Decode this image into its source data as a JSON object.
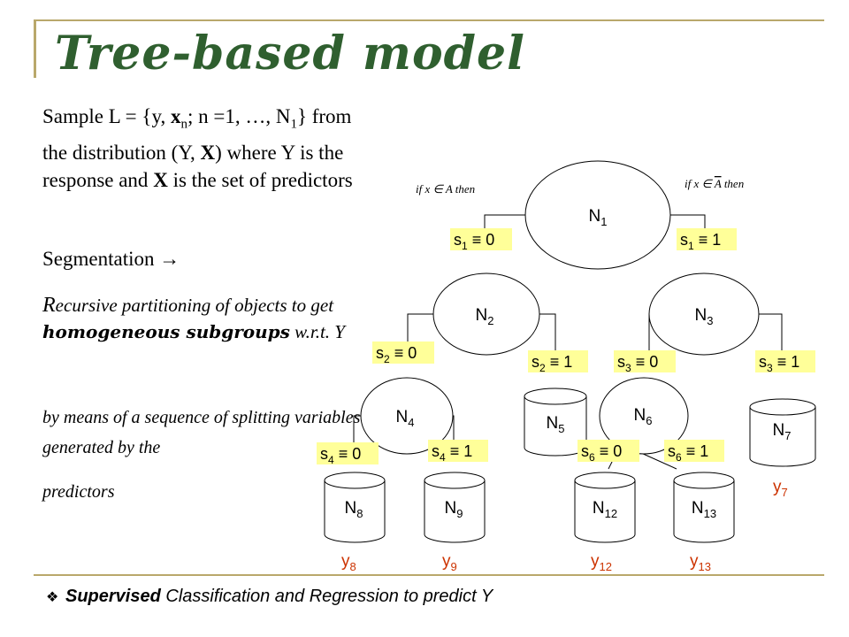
{
  "title": "Tree-based model",
  "text": {
    "sample_pre": "Sample L = {y, ",
    "sample_x": "x",
    "sample_sub_n": "n",
    "sample_mid": "; n =1, …, N",
    "sample_sub_1": "1",
    "sample_post": "} from the distribution (Y, ",
    "sample_X": "X",
    "sample_post2": ") where Y is the response and ",
    "sample_X2": "X",
    "sample_post3": " is the set of predictors",
    "segmentation": "Segmentation",
    "arrow": "→",
    "recursive_R": "R",
    "recursive_rest": "ecursive partitioning of objects to get ",
    "homogeneous": "homogeneous subgroups",
    "wrt": " w.r.t. Y",
    "means": "by means of a sequence of splitting variables generated by the",
    "predictors": "predictors"
  },
  "bullet": {
    "icon": "diamond-bullet-icon",
    "bold": "Supervised",
    "rest": " Classification and Regression to predict Y"
  },
  "colors": {
    "title": "#2f5f2f",
    "frame": "#b9a86b",
    "split_label_bg": "#ffff99",
    "leaf_label": "#cc3300"
  },
  "tree": {
    "cond_left": "if x ∈ A then",
    "cond_right_pre": "if x ∈ ",
    "cond_right_A": "A",
    "cond_right_post": " then",
    "nodes": {
      "n1": {
        "base": "N",
        "sub": "1"
      },
      "n2": {
        "base": "N",
        "sub": "2"
      },
      "n3": {
        "base": "N",
        "sub": "3"
      },
      "n4": {
        "base": "N",
        "sub": "4"
      },
      "n5": {
        "base": "N",
        "sub": "5"
      },
      "n6": {
        "base": "N",
        "sub": "6"
      },
      "n7": {
        "base": "N",
        "sub": "7"
      },
      "n8": {
        "base": "N",
        "sub": "8"
      },
      "n9": {
        "base": "N",
        "sub": "9"
      },
      "n12": {
        "base": "N",
        "sub": "12"
      },
      "n13": {
        "base": "N",
        "sub": "13"
      }
    },
    "splits": {
      "s1_0": {
        "base": "s",
        "sub": "1",
        "rel": " ≡ ",
        "val": "0"
      },
      "s1_1": {
        "base": "s",
        "sub": "1",
        "rel": " ≡ ",
        "val": "1"
      },
      "s2_0": {
        "base": "s",
        "sub": "2",
        "rel": " ≡ ",
        "val": "0"
      },
      "s2_1": {
        "base": "s",
        "sub": "2",
        "rel": " ≡ ",
        "val": "1"
      },
      "s3_0": {
        "base": "s",
        "sub": "3",
        "rel": " ≡ ",
        "val": "0"
      },
      "s3_1": {
        "base": "s",
        "sub": "3",
        "rel": " ≡ ",
        "val": "1"
      },
      "s4_0": {
        "base": "s",
        "sub": "4",
        "rel": " ≡ ",
        "val": "0"
      },
      "s4_1": {
        "base": "s",
        "sub": "4",
        "rel": " ≡ ",
        "val": "1"
      },
      "s6_0": {
        "base": "s",
        "sub": "6",
        "rel": " ≡ ",
        "val": "0"
      },
      "s6_1": {
        "base": "s",
        "sub": "6",
        "rel": " ≡ ",
        "val": "1"
      }
    },
    "leaves": {
      "y7": {
        "base": "y",
        "sub": "7"
      },
      "y8": {
        "base": "y",
        "sub": "8"
      },
      "y9": {
        "base": "y",
        "sub": "9"
      },
      "y12": {
        "base": "y",
        "sub": "12"
      },
      "y13": {
        "base": "y",
        "sub": "13"
      }
    }
  }
}
